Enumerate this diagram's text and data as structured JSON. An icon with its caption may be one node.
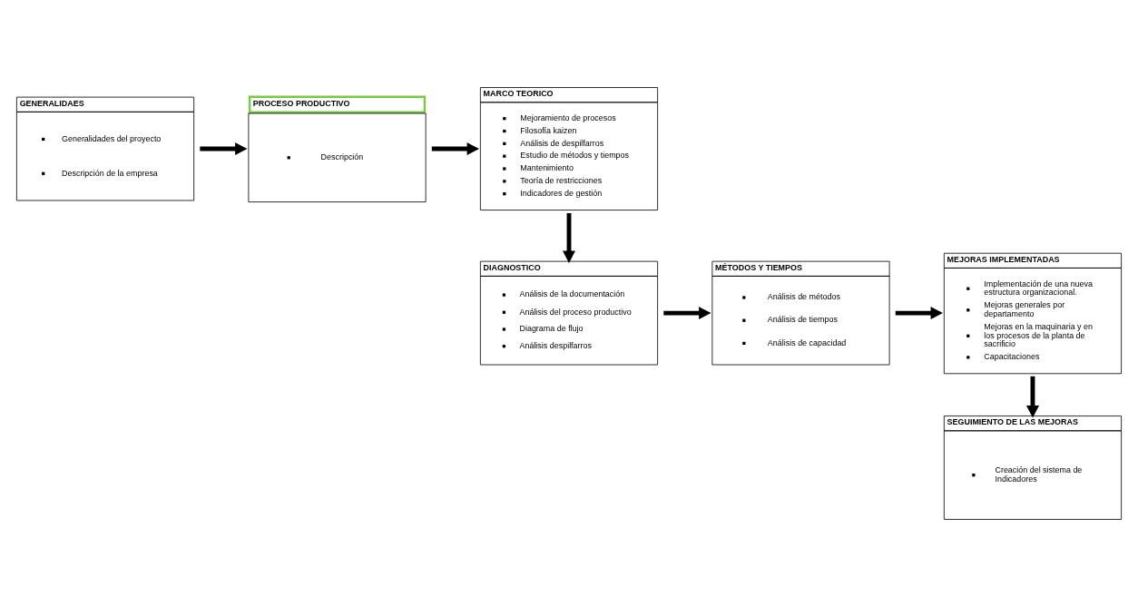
{
  "diagram": {
    "nodes": [
      {
        "text": [
          "GENERALIDAES",
          "Generalidades del proyecto",
          "Descripción de la empresa"
        ]
      },
      {
        "text": [
          "PROCESO PRODUCTIVO",
          "Descripción"
        ]
      },
      {
        "text": [
          "MARCO TEORICO",
          "Mejoramiento de procesos",
          "Filosofía kaizen",
          "Análisis de despilfarros",
          "Estudio de métodos y tiempos",
          "Mantenimiento",
          "Teoría de restricciones",
          "Indicadores de gestión"
        ]
      },
      {
        "text": [
          "DIAGNOSTICO",
          "Análisis de la documentación",
          "Análisis del proceso productivo",
          "Diagrama de flujo",
          "Análisis despilfarros"
        ]
      },
      {
        "text": [
          "MÉTODOS Y TIEMPOS",
          "Análisis de métodos",
          "Análisis de tiempos",
          "Análisis de capacidad"
        ]
      },
      {
        "text": [
          "MEJORAS IMPLEMENTADAS",
          "Implementación de una nueva estructura organizacional.",
          "Mejoras generales por departamento",
          "Mejoras en la maquinaria y en los procesos de la planta de sacrificio",
          "Capacitaciones"
        ]
      },
      {
        "text": [
          "SEGUIMIENTO DE LAS MEJORAS",
          "Creación del sistema de Indicadores"
        ]
      }
    ],
    "edges": [
      {
        "from": 0,
        "to": 1,
        "arrow": "to"
      },
      {
        "from": 1,
        "to": 2,
        "arrow": "to"
      },
      {
        "from": 2,
        "to": 3,
        "arrow": "to"
      },
      {
        "from": 3,
        "to": 4,
        "arrow": "to"
      },
      {
        "from": 4,
        "to": 5,
        "arrow": "to"
      },
      {
        "from": 5,
        "to": 6,
        "arrow": "to"
      }
    ]
  }
}
